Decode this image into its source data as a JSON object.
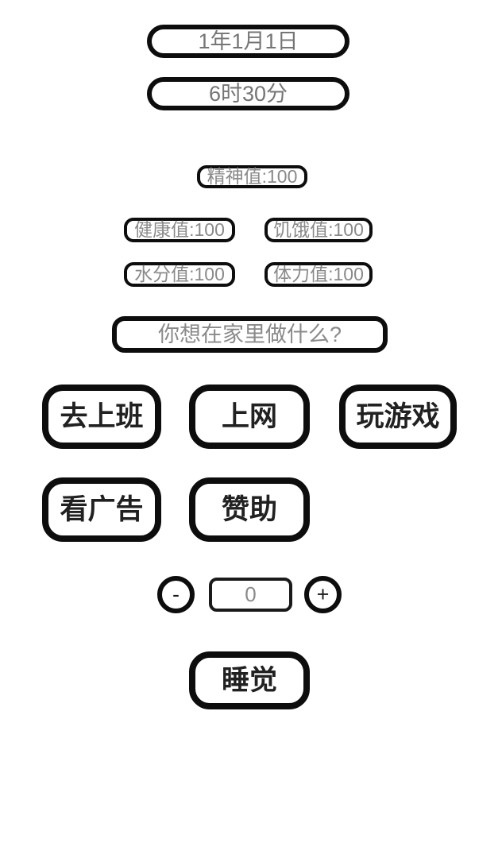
{
  "colors": {
    "background": "#ffffff",
    "border": "#0d0d0d",
    "muted_text": "#8a8a8a",
    "dark_text": "#212121"
  },
  "header": {
    "date": "1年1月1日",
    "time": "6时30分"
  },
  "stats": {
    "spirit": {
      "label": "精神值",
      "value": 100,
      "text": "精神值:100"
    },
    "health": {
      "label": "健康值",
      "value": 100,
      "text": "健康值:100"
    },
    "hunger": {
      "label": "饥饿值",
      "value": 100,
      "text": "饥饿值:100"
    },
    "water": {
      "label": "水分值",
      "value": 100,
      "text": "水分值:100"
    },
    "stamina": {
      "label": "体力值",
      "value": 100,
      "text": "体力值:100"
    }
  },
  "prompt": {
    "text": "你想在家里做什么?"
  },
  "actions": {
    "work": "去上班",
    "internet": "上网",
    "play_game": "玩游戏",
    "watch_ad": "看广告",
    "sponsor": "赞助",
    "sleep": "睡觉"
  },
  "stepper": {
    "minus_symbol": "-",
    "value": "0",
    "plus_symbol": "+"
  }
}
